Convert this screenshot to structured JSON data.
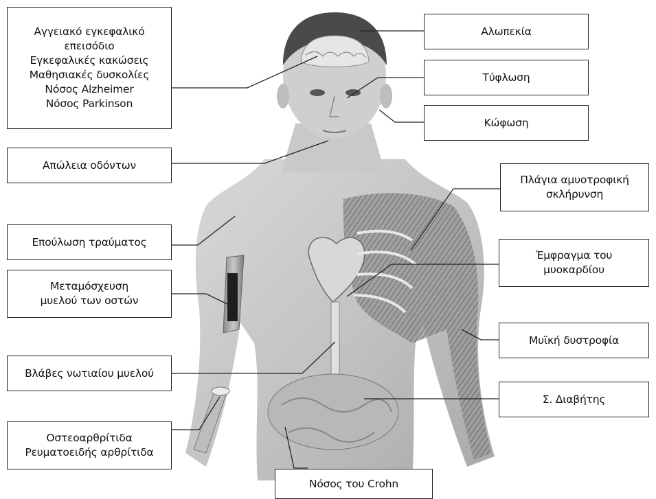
{
  "labels": {
    "brain_conditions": [
      "Αγγειακό εγκεφαλικό",
      "επεισόδιο",
      "Εγκεφαλικές κακώσεις",
      "Μαθησιακές δυσκολίες",
      "Νόσος Alzheimer",
      "Νόσος Parkinson"
    ],
    "tooth_loss": "Απώλεια οδόντων",
    "wound_healing": "Επούλωση τραύματος",
    "bone_marrow": [
      "Μεταμόσχευση",
      "μυελού των οστών"
    ],
    "spinal_cord": "Βλάβες νωτιαίου μυελού",
    "arthritis": [
      "Οστεοαρθρίτιδα",
      "Ρευματοειδής αρθρίτιδα"
    ],
    "crohn": "Νόσος του Crohn",
    "alopecia": "Αλωπεκία",
    "blindness": "Τύφλωση",
    "deafness": "Κώφωση",
    "als": [
      "Πλάγια αμυοτροφική",
      "σκλήρυνση"
    ],
    "myocardial": [
      "Έμφραγμα του",
      "μυοκαρδίου"
    ],
    "muscular_dystrophy": "Μυϊκή δυστροφία",
    "diabetes": "Σ. Διαβήτης"
  }
}
